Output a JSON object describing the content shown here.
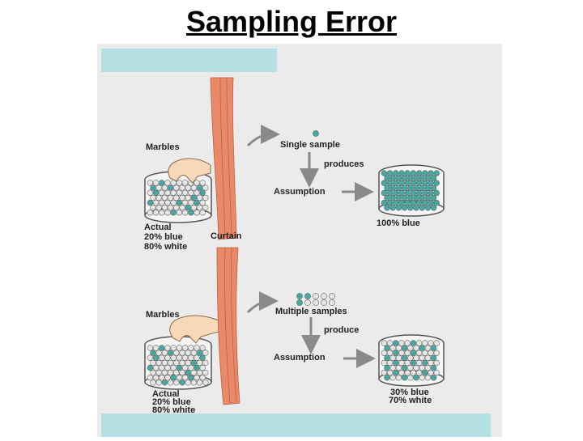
{
  "title": "Sampling Error",
  "colors": {
    "panel": "#ebebeb",
    "band": "#b5e0e3",
    "curtain": "#e8896a",
    "blue_marble": "#45a9a2",
    "white_marble": "#e6e6e6",
    "arrow": "#8a8a8a",
    "hand": "#f7d9ba"
  },
  "top_scenario": {
    "marbles_label": "Marbles",
    "actual_label": "Actual",
    "actual_blue": "20% blue",
    "actual_white": "80% white",
    "curtain_label": "Curtain",
    "sample_label": "Single sample",
    "verb_label": "produces",
    "assumption_label": "Assumption",
    "result_label": "100% blue",
    "sample_count": 1,
    "result_blue_fraction": 1.0
  },
  "bottom_scenario": {
    "marbles_label": "Marbles",
    "actual_label": "Actual",
    "actual_blue": "20% blue",
    "actual_white": "80% white",
    "sample_label": "Multiple samples",
    "verb_label": "produce",
    "assumption_label": "Assumption",
    "result_blue": "30% blue",
    "result_white": "70% white",
    "sample_count": 10,
    "result_blue_fraction": 0.3
  },
  "actual_blue_fraction": 0.2
}
